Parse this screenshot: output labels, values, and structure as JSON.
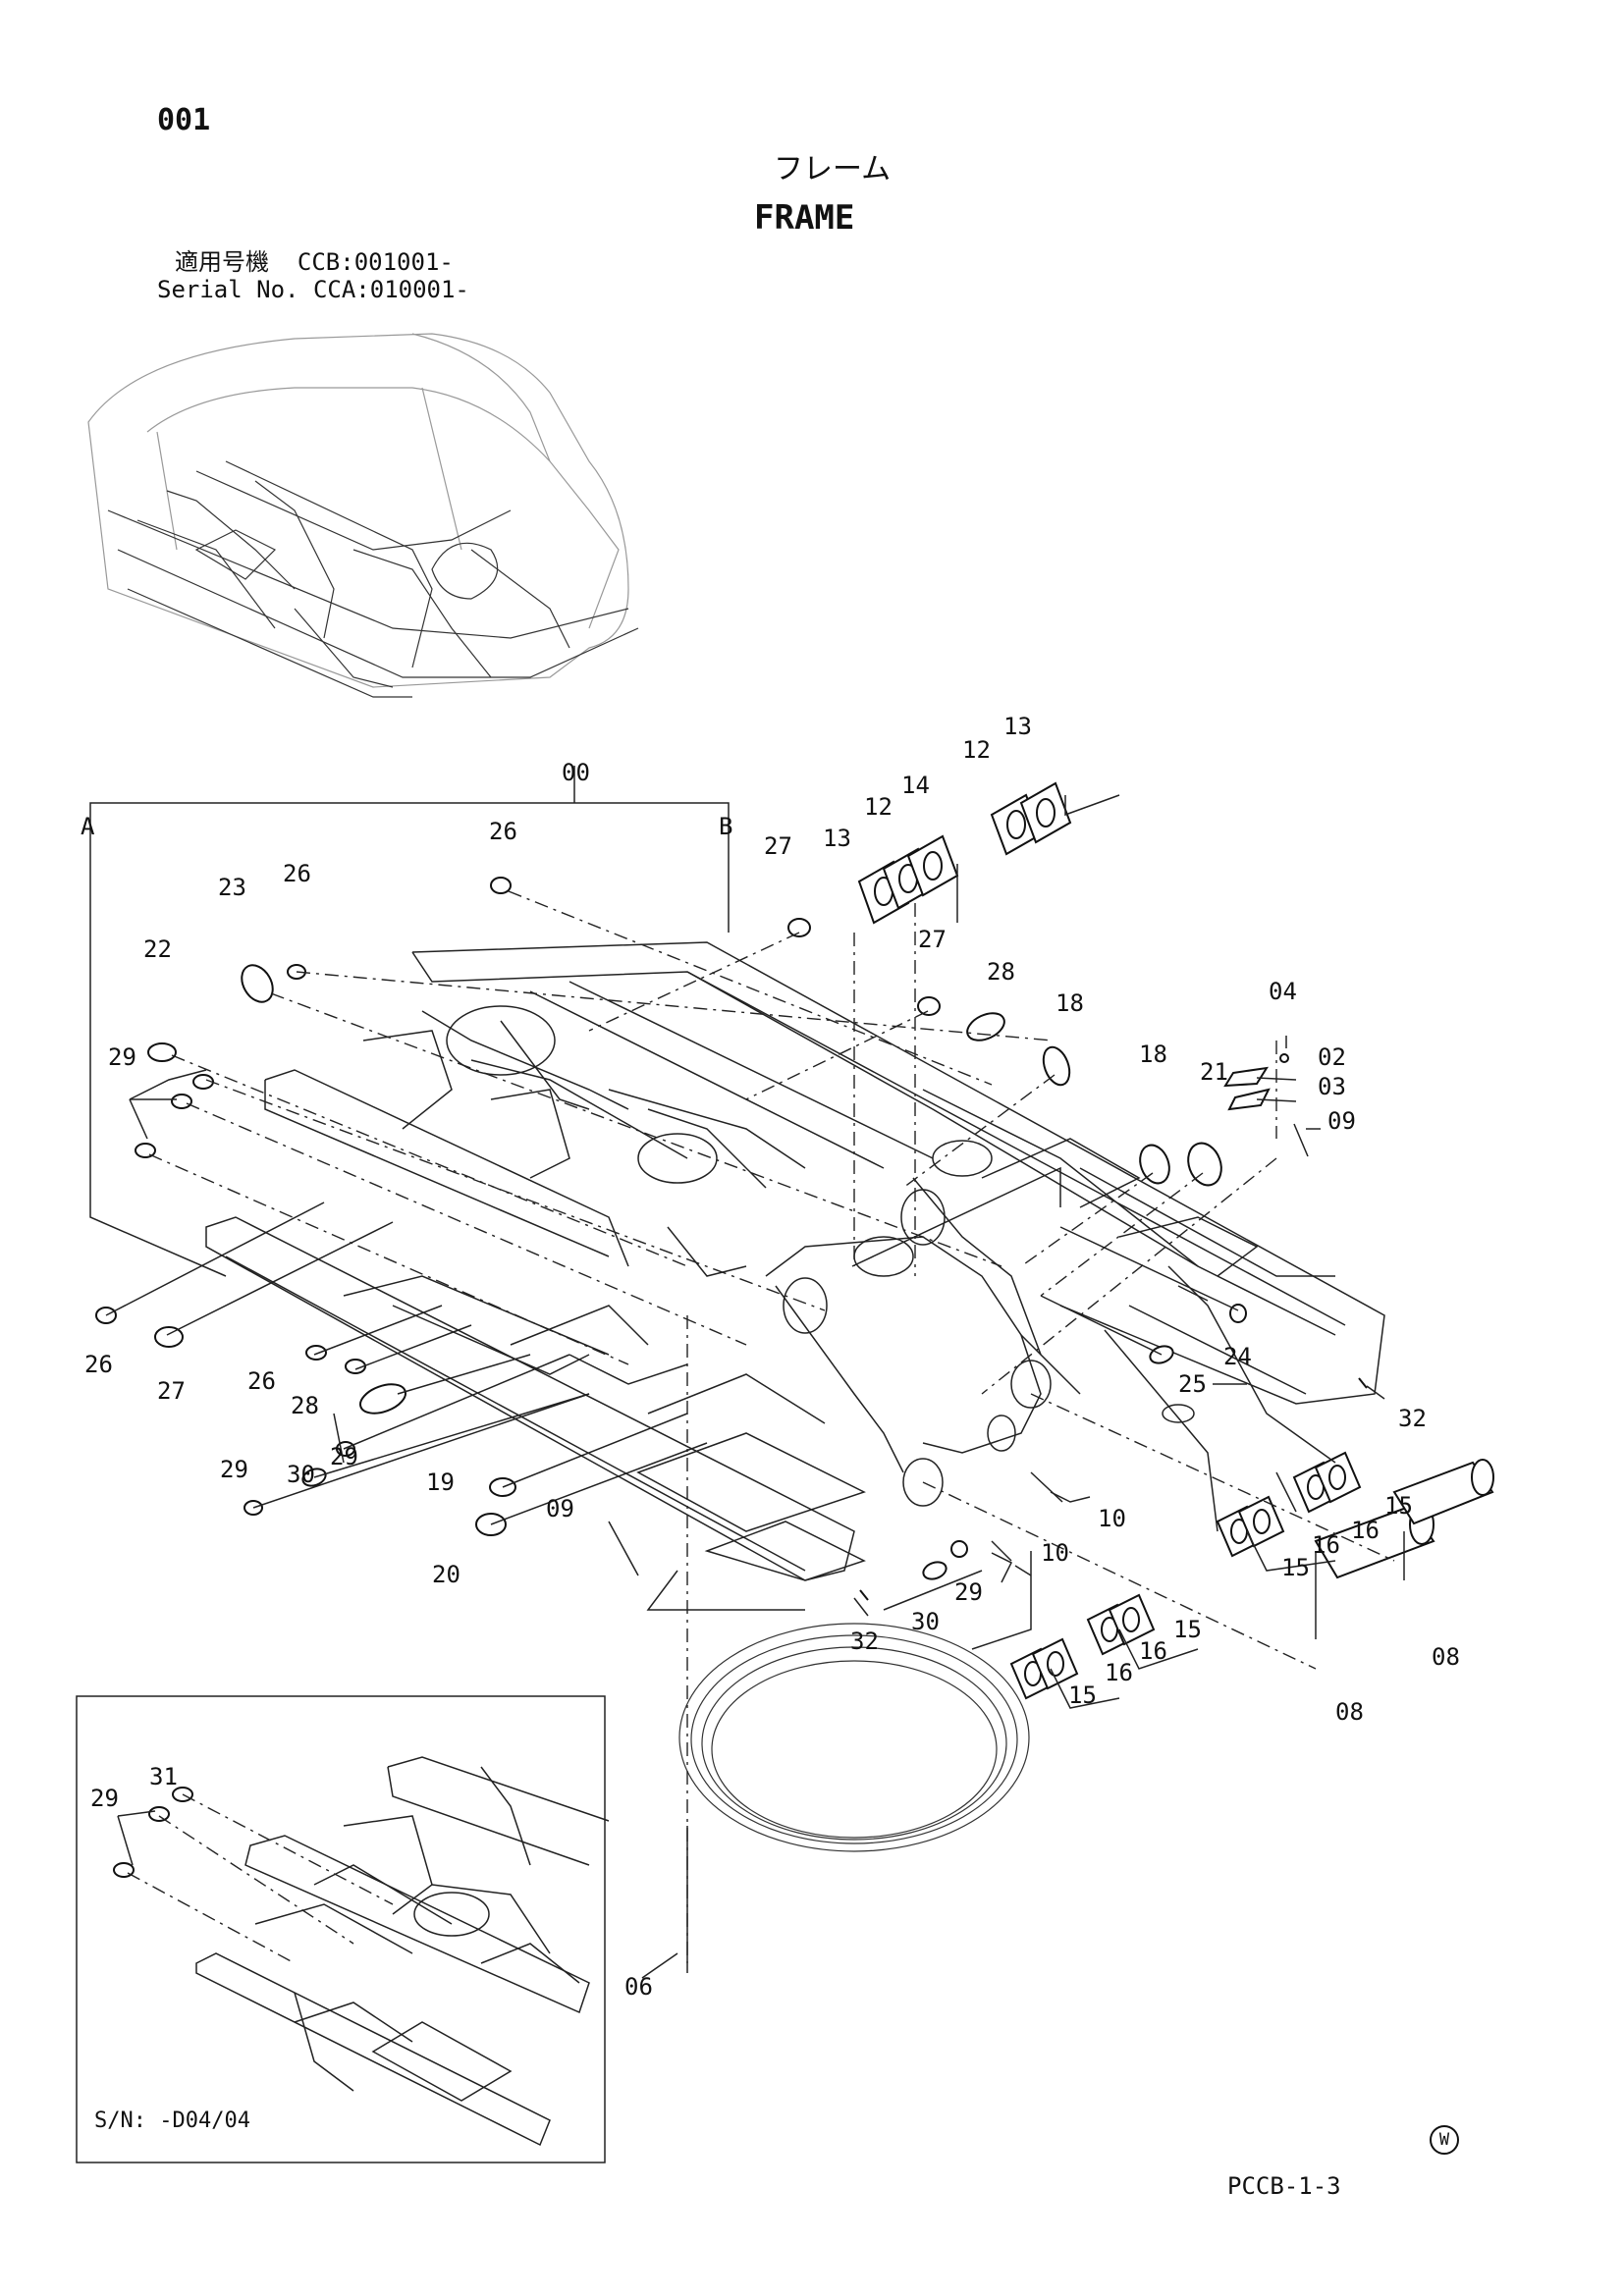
{
  "header": {
    "page_number": "001",
    "title_jp": "フレーム",
    "title_en": "FRAME",
    "serial_jp": "適用号機  CCB:001001-",
    "serial_en": "Serial No. CCA:010001-"
  },
  "callouts": {
    "c00": "00",
    "cA": "A",
    "cB": "B",
    "c26a": "26",
    "c27a": "27",
    "c23": "23",
    "c26b": "26",
    "c22": "22",
    "c29a": "29",
    "c13a": "13",
    "c12a": "12",
    "c14": "14",
    "c12b": "12",
    "c13b": "13",
    "c27b": "27",
    "c28a": "28",
    "c18a": "18",
    "c18b": "18",
    "c21": "21",
    "c04": "04",
    "c02": "02",
    "c03": "03",
    "c09a": "09",
    "c26c": "26",
    "c27c": "27",
    "c26d": "26",
    "c28b": "28",
    "c30a": "30",
    "c29b": "29",
    "c29c": "29",
    "c19": "19",
    "c20": "20",
    "c09b": "09",
    "c32a": "32",
    "c30b": "30",
    "c29d": "29",
    "c10a": "10",
    "c10b": "10",
    "c24": "24",
    "c25": "25",
    "c32b": "32",
    "c15a": "15",
    "c16a": "16",
    "c16b": "16",
    "c15b": "15",
    "c15c": "15",
    "c16c": "16",
    "c16d": "16",
    "c15d": "15",
    "c08a": "08",
    "c08b": "08",
    "c06": "06",
    "c29e": "29",
    "c31": "31"
  },
  "inset": {
    "sn_label": "S/N: -D04/04"
  },
  "footer": {
    "code": "PCCB-1-3",
    "watermark": "W"
  }
}
